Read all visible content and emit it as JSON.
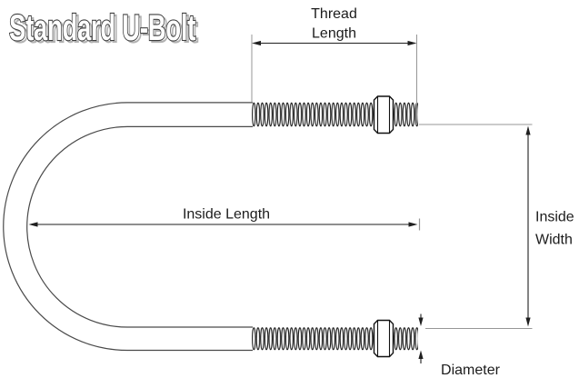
{
  "title": "Standard U-Bolt",
  "labels": {
    "thread_length": [
      "Thread",
      "Length"
    ],
    "inside_length": "Inside Length",
    "inside_width": [
      "Inside",
      "Width"
    ],
    "diameter": "Diameter"
  },
  "colors": {
    "background": "#ffffff",
    "outline": "#4a4a4a",
    "thread": "#161616",
    "nut_stroke": "#111111",
    "dimension": "#1f1f1f",
    "extension": "#979797",
    "label_text": "#1c1c1c",
    "title_fill": "#ffffff",
    "title_stroke": "#3e3e3e",
    "title_shadow": "#b2b2b2"
  }
}
